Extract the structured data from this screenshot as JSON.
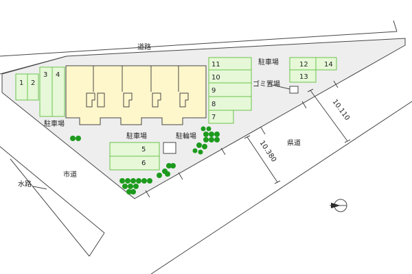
{
  "labels": {
    "road_top": "道路",
    "parking_right": "駐車場",
    "garbage": "ゴミ置場",
    "parking_left": "駐車場",
    "parking_center": "駐車場",
    "bicycle": "駐輪場",
    "prefectural_road": "県道",
    "city_road": "市道",
    "waterway": "水路"
  },
  "parking_spaces": [
    "1",
    "2",
    "3",
    "4",
    "11",
    "10",
    "9",
    "8",
    "7",
    "12",
    "14",
    "13",
    "5",
    "6"
  ],
  "dimensions": {
    "right": "10.110",
    "bottom": "10.380"
  },
  "colors": {
    "site": "#eeeeee",
    "building": "#fff7cc",
    "parking_fill": "#e6f8d8",
    "parking_stroke": "#6bc34a",
    "tree": "#1d9a1d",
    "line": "#444444"
  },
  "icons": {
    "north": "north-arrow-icon"
  }
}
